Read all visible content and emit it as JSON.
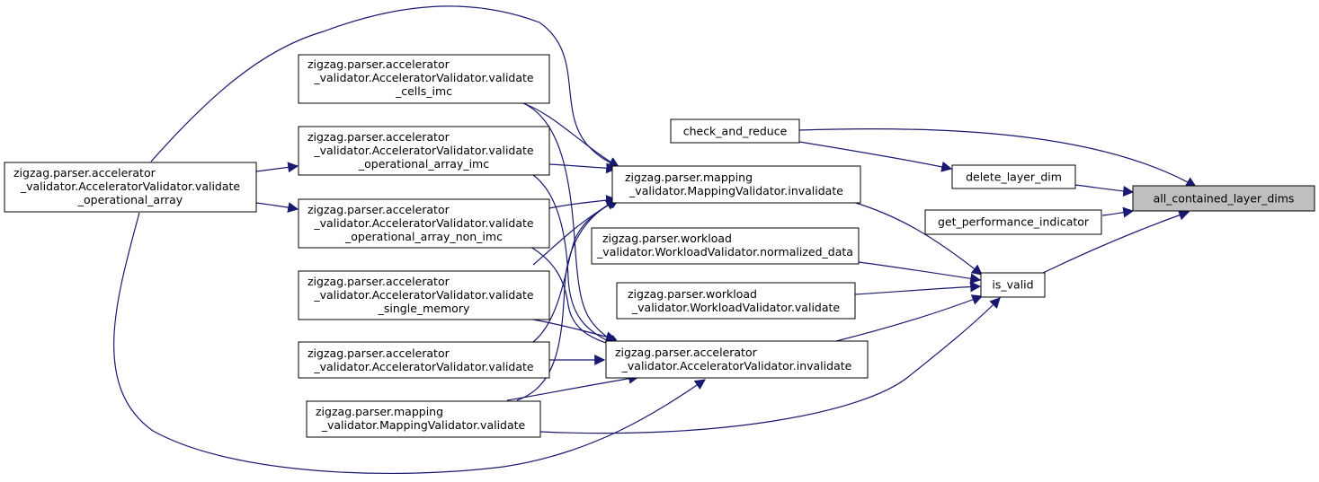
{
  "graph": {
    "colors": {
      "edge": "#191970",
      "root_fill": "#bfbfbf",
      "node_fill": "#ffffff"
    },
    "nodes": {
      "root": {
        "lines": [
          "all_contained_layer_dims"
        ]
      },
      "delete_layer_dim": {
        "lines": [
          "delete_layer_dim"
        ]
      },
      "get_performance_indicator": {
        "lines": [
          "get_performance_indicator"
        ]
      },
      "is_valid": {
        "lines": [
          "is_valid"
        ]
      },
      "check_and_reduce": {
        "lines": [
          "check_and_reduce"
        ]
      },
      "mapping_invalidate": {
        "lines": [
          "zigzag.parser.mapping",
          "_validator.MappingValidator.invalidate"
        ]
      },
      "workload_normalized": {
        "lines": [
          "zigzag.parser.workload",
          "_validator.WorkloadValidator.normalized_data"
        ]
      },
      "workload_validate": {
        "lines": [
          "zigzag.parser.workload",
          "_validator.WorkloadValidator.validate"
        ]
      },
      "accel_invalidate": {
        "lines": [
          "zigzag.parser.accelerator",
          "_validator.AcceleratorValidator.invalidate"
        ]
      },
      "validate_cells_imc": {
        "lines": [
          "zigzag.parser.accelerator",
          "_validator.AcceleratorValidator.validate",
          "_cells_imc"
        ]
      },
      "validate_op_array_imc": {
        "lines": [
          "zigzag.parser.accelerator",
          "_validator.AcceleratorValidator.validate",
          "_operational_array_imc"
        ]
      },
      "validate_op_array_non_imc": {
        "lines": [
          "zigzag.parser.accelerator",
          "_validator.AcceleratorValidator.validate",
          "_operational_array_non_imc"
        ]
      },
      "validate_single_memory": {
        "lines": [
          "zigzag.parser.accelerator",
          "_validator.AcceleratorValidator.validate",
          "_single_memory"
        ]
      },
      "accel_validate": {
        "lines": [
          "zigzag.parser.accelerator",
          "_validator.AcceleratorValidator.validate"
        ]
      },
      "mapping_validate": {
        "lines": [
          "zigzag.parser.mapping",
          "_validator.MappingValidator.validate"
        ]
      },
      "validate_op_array": {
        "lines": [
          "zigzag.parser.accelerator",
          "_validator.AcceleratorValidator.validate",
          "_operational_array"
        ]
      }
    },
    "edges": [
      {
        "from": "delete_layer_dim",
        "to": "root"
      },
      {
        "from": "get_performance_indicator",
        "to": "root"
      },
      {
        "from": "is_valid",
        "to": "root"
      },
      {
        "from": "check_and_reduce",
        "to": "root"
      },
      {
        "from": "check_and_reduce",
        "to": "delete_layer_dim"
      },
      {
        "from": "mapping_invalidate",
        "to": "is_valid"
      },
      {
        "from": "workload_normalized",
        "to": "is_valid"
      },
      {
        "from": "workload_validate",
        "to": "is_valid"
      },
      {
        "from": "accel_invalidate",
        "to": "is_valid"
      },
      {
        "from": "mapping_validate",
        "to": "is_valid"
      },
      {
        "from": "validate_cells_imc",
        "to": "mapping_invalidate"
      },
      {
        "from": "validate_op_array_imc",
        "to": "mapping_invalidate"
      },
      {
        "from": "validate_op_array_non_imc",
        "to": "mapping_invalidate"
      },
      {
        "from": "validate_single_memory",
        "to": "mapping_invalidate"
      },
      {
        "from": "accel_validate",
        "to": "mapping_invalidate"
      },
      {
        "from": "mapping_validate",
        "to": "mapping_invalidate"
      },
      {
        "from": "validate_op_array",
        "to": "mapping_invalidate"
      },
      {
        "from": "validate_cells_imc",
        "to": "accel_invalidate"
      },
      {
        "from": "validate_op_array_imc",
        "to": "accel_invalidate"
      },
      {
        "from": "validate_op_array_non_imc",
        "to": "accel_invalidate"
      },
      {
        "from": "validate_single_memory",
        "to": "accel_invalidate"
      },
      {
        "from": "accel_validate",
        "to": "accel_invalidate"
      },
      {
        "from": "mapping_validate",
        "to": "accel_invalidate"
      },
      {
        "from": "validate_op_array",
        "to": "accel_invalidate"
      },
      {
        "from": "validate_op_array",
        "to": "validate_op_array_imc"
      },
      {
        "from": "validate_op_array",
        "to": "validate_op_array_non_imc"
      }
    ]
  }
}
